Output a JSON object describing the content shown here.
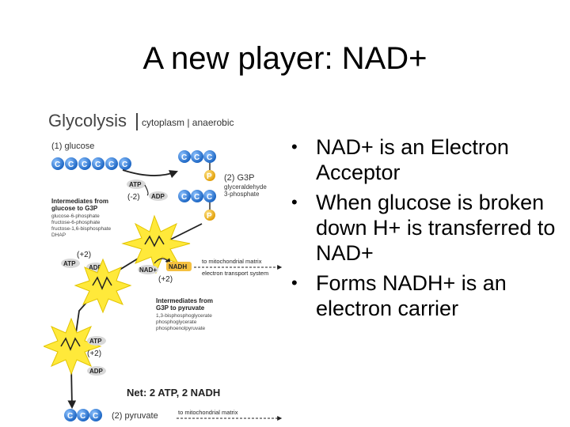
{
  "slide": {
    "title": "A new player: NAD+",
    "bullets": [
      "NAD+ is an Electron Acceptor",
      "When glucose is broken down H+ is transferred to NAD+",
      "Forms NADH+ is an electron carrier"
    ]
  },
  "diagram": {
    "heading": "Glycolysis",
    "subheading": "cytoplasm | anaerobic",
    "step1_label": "(1) glucose",
    "step2_label": "(2) G3P",
    "g3p_name_line1": "glyceraldehyde",
    "g3p_name_line2": "3-phosphate",
    "carbon_letter": "C",
    "phosphate_letter": "P",
    "atp": "ATP",
    "adp": "ADP",
    "nad": "NAD+",
    "nadh": "NADH",
    "minus2": "(-2)",
    "plus2": "(+2)",
    "intermediates1_title_line1": "Intermediates from",
    "intermediates1_title_line2": "glucose to G3P",
    "intermediates1_items": [
      "glucose-6-phosphate",
      "fructose-6-phosphate",
      "fructose-1,6-bisphosphate",
      "DHAP"
    ],
    "intermediates2_title_line1": "Intermediates from",
    "intermediates2_title_line2": "G3P to pyruvate",
    "intermediates2_items": [
      "1,3-bisphosphoglycerate",
      "phosphoglycerate",
      "phosphoenolpyruvate"
    ],
    "to_matrix": "to mitochondrial matrix",
    "electron_transport": "electron transport system",
    "net": "Net: 2 ATP, 2 NADH",
    "step3_label": "(2) pyruvate",
    "colors": {
      "carbon": "#2f7fd6",
      "phosphate": "#f2b418",
      "starburst": "#ffe93a",
      "nadh_box": "#f5c040"
    }
  }
}
